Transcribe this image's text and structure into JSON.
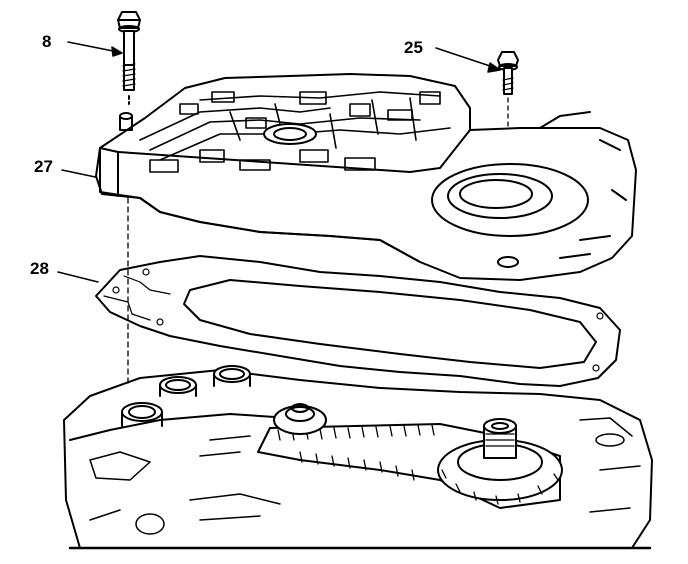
{
  "diagram": {
    "callouts": [
      {
        "id": "8",
        "label": "8"
      },
      {
        "id": "25",
        "label": "25"
      },
      {
        "id": "27",
        "label": "27"
      },
      {
        "id": "28",
        "label": "28"
      }
    ],
    "colors": {
      "ink": "#000000",
      "paper": "#ffffff"
    }
  }
}
